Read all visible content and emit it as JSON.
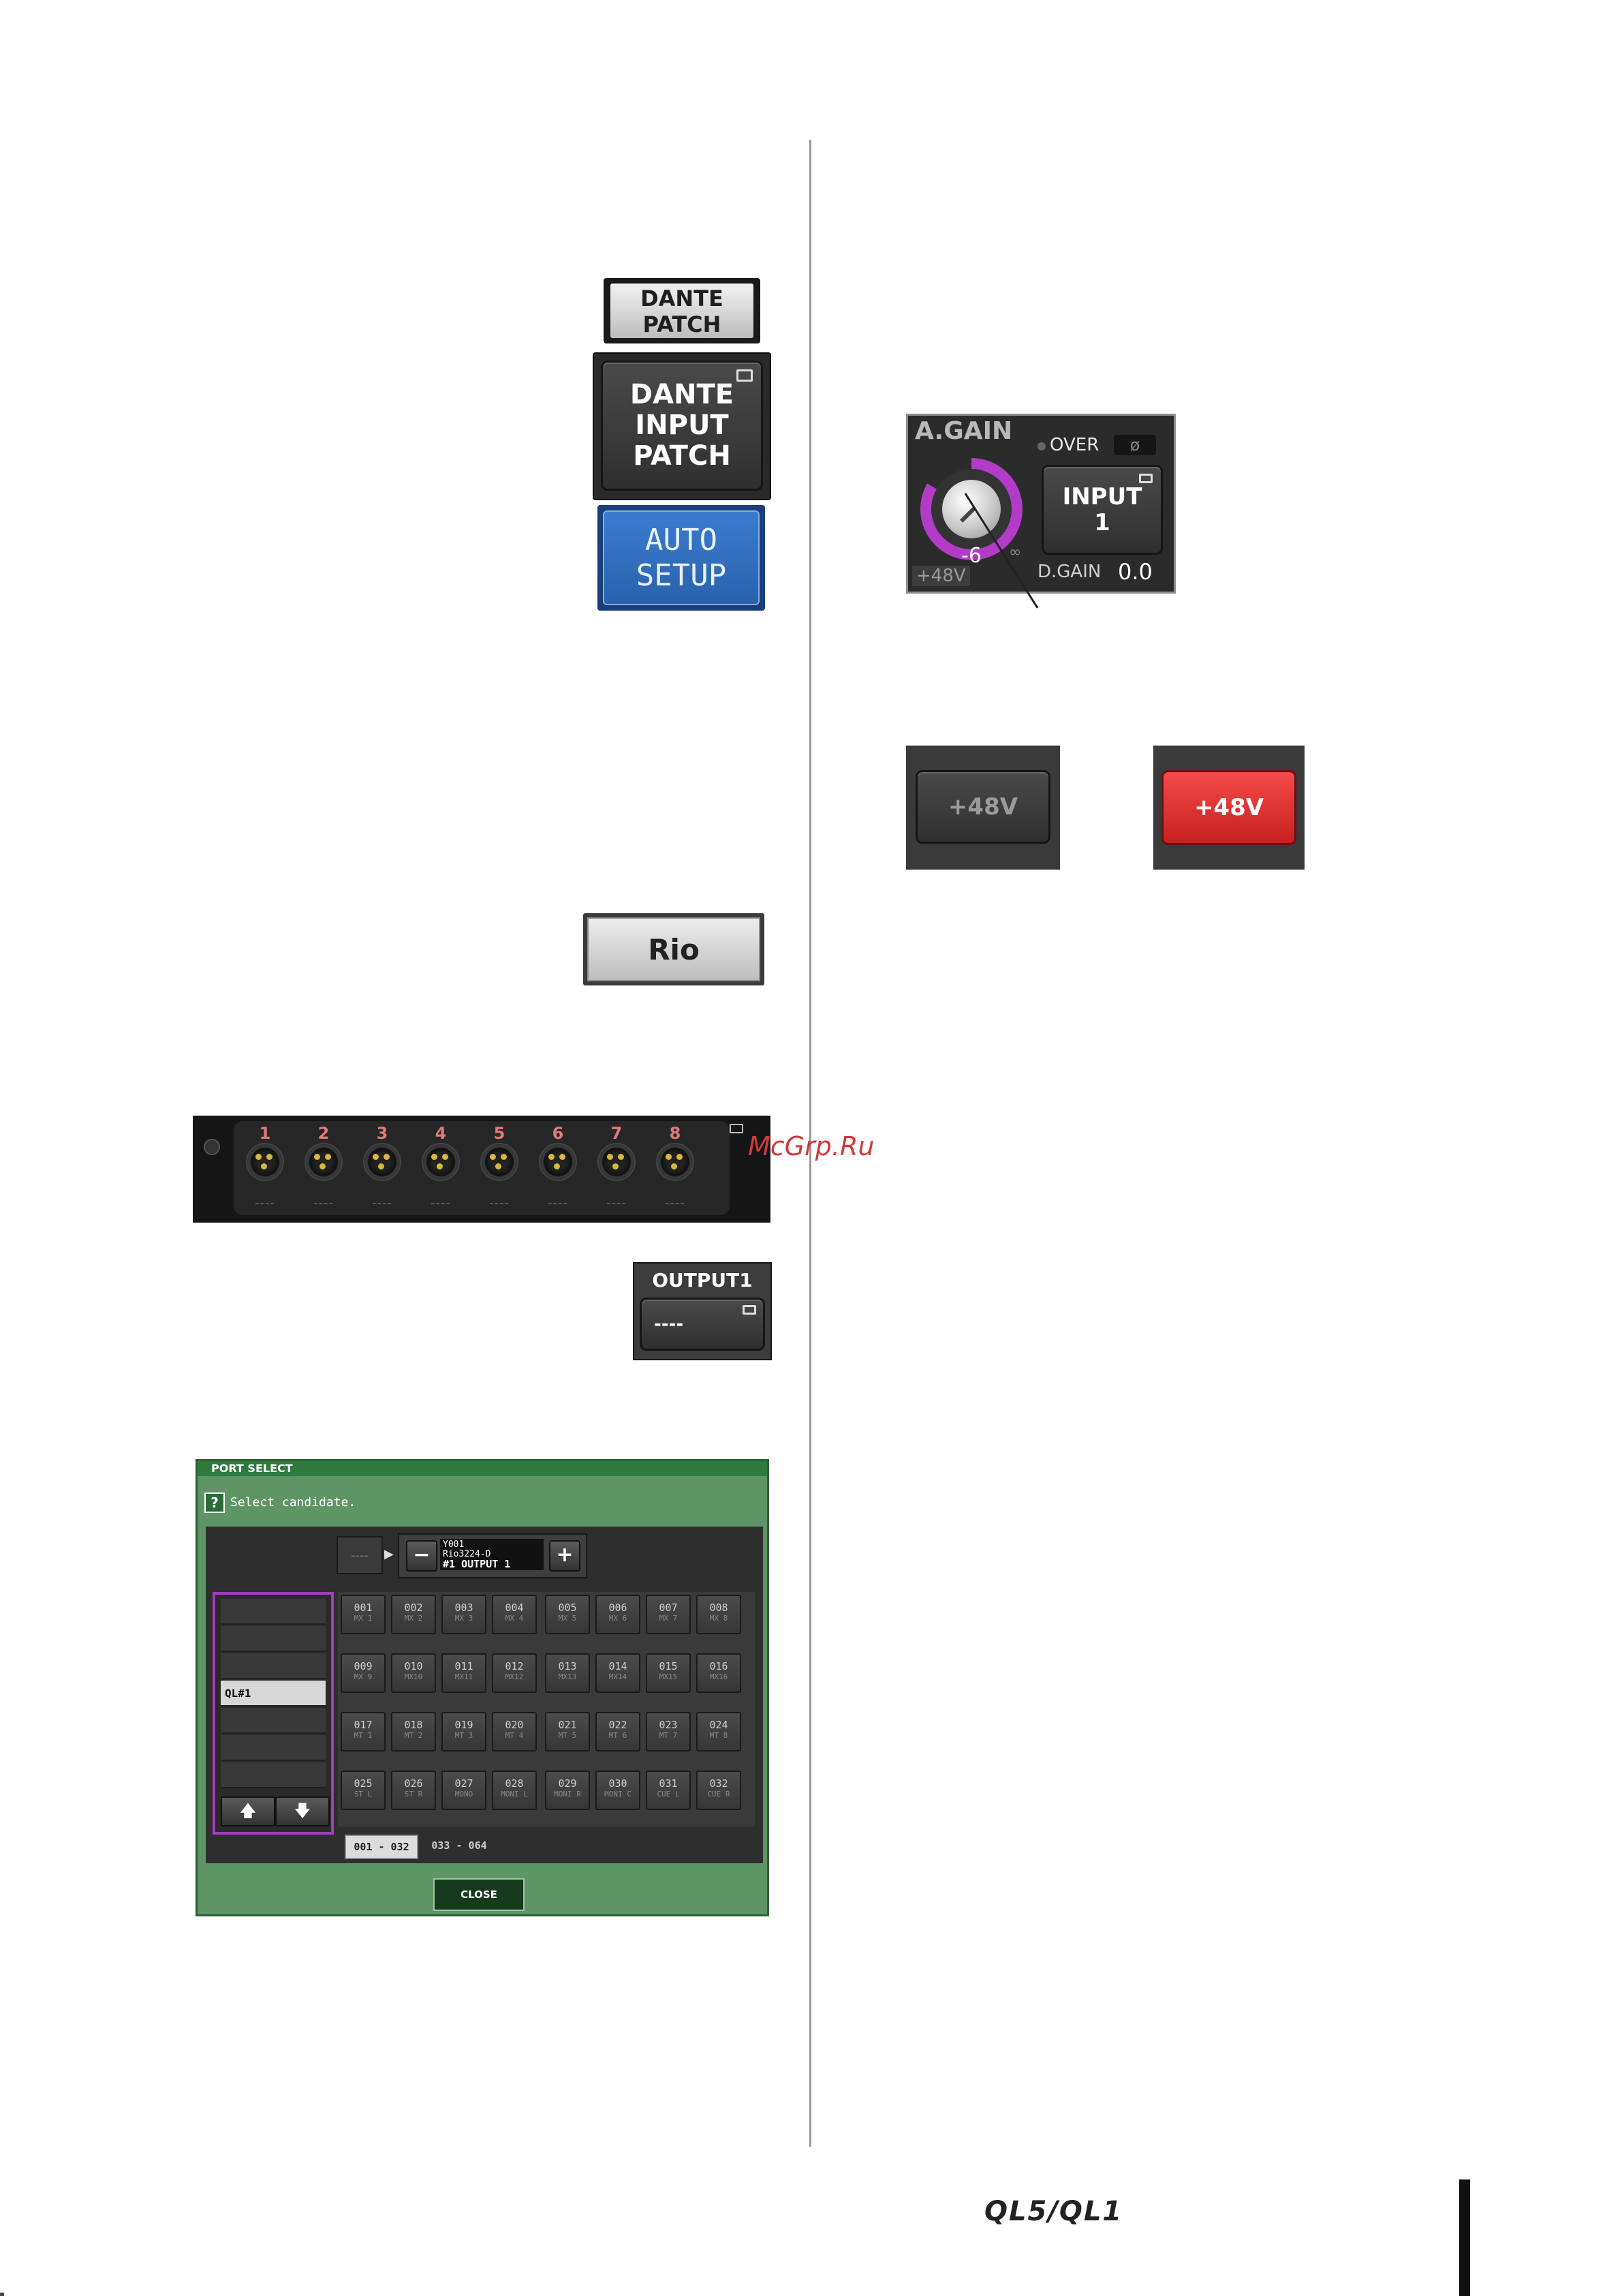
{
  "buttons": {
    "dante_patch": [
      "DANTE",
      "PATCH"
    ],
    "dante_input_patch": [
      "DANTE",
      "INPUT",
      "PATCH"
    ],
    "auto_setup": [
      "AUTO",
      "SETUP"
    ],
    "rio": "Rio"
  },
  "rack": {
    "channels": [
      "1",
      "2",
      "3",
      "4",
      "5",
      "6",
      "7",
      "8"
    ],
    "dash": "----"
  },
  "output1": {
    "title": "OUTPUT1",
    "value": "----"
  },
  "again": {
    "label": "A.GAIN",
    "knob_value": "-6",
    "phantom": "+48V",
    "over": "OVER",
    "phase_symbol": "ø",
    "channel_button": [
      "INPUT",
      "1"
    ],
    "dgain_label": "D.GAIN",
    "dgain_value": "0.0",
    "knob_ring_color": "#b23cc8"
  },
  "phantom_buttons": {
    "off_label": "+48V",
    "on_label": "+48V",
    "on_color": "#e8333a"
  },
  "watermark": "McGrp.Ru",
  "port_select": {
    "title": "PORT SELECT",
    "hint": "Select candidate.",
    "current_dash": "----",
    "selector": {
      "line1": "Y001",
      "line2": "Rio3224-D",
      "line3": "#1 OUTPUT 1"
    },
    "list_selected": "QL#1",
    "ports": [
      {
        "n": "001",
        "s": "MX 1"
      },
      {
        "n": "002",
        "s": "MX 2"
      },
      {
        "n": "003",
        "s": "MX 3"
      },
      {
        "n": "004",
        "s": "MX 4"
      },
      {
        "n": "005",
        "s": "MX 5"
      },
      {
        "n": "006",
        "s": "MX 6"
      },
      {
        "n": "007",
        "s": "MX 7"
      },
      {
        "n": "008",
        "s": "MX 8"
      },
      {
        "n": "009",
        "s": "MX 9"
      },
      {
        "n": "010",
        "s": "MX10"
      },
      {
        "n": "011",
        "s": "MX11"
      },
      {
        "n": "012",
        "s": "MX12"
      },
      {
        "n": "013",
        "s": "MX13"
      },
      {
        "n": "014",
        "s": "MX14"
      },
      {
        "n": "015",
        "s": "MX15"
      },
      {
        "n": "016",
        "s": "MX16"
      },
      {
        "n": "017",
        "s": "MT 1"
      },
      {
        "n": "018",
        "s": "MT 2"
      },
      {
        "n": "019",
        "s": "MT 3"
      },
      {
        "n": "020",
        "s": "MT 4"
      },
      {
        "n": "021",
        "s": "MT 5"
      },
      {
        "n": "022",
        "s": "MT 6"
      },
      {
        "n": "023",
        "s": "MT 7"
      },
      {
        "n": "024",
        "s": "MT 8"
      },
      {
        "n": "025",
        "s": "ST L"
      },
      {
        "n": "026",
        "s": "ST R"
      },
      {
        "n": "027",
        "s": "MONO"
      },
      {
        "n": "028",
        "s": "MONI L"
      },
      {
        "n": "029",
        "s": "MONI R"
      },
      {
        "n": "030",
        "s": "MONI C"
      },
      {
        "n": "031",
        "s": "CUE L"
      },
      {
        "n": "032",
        "s": "CUE R"
      }
    ],
    "tabs": [
      "001 - 032",
      "033 - 064"
    ],
    "close": "CLOSE"
  },
  "footer": {
    "brand": "QL5/QL1"
  }
}
